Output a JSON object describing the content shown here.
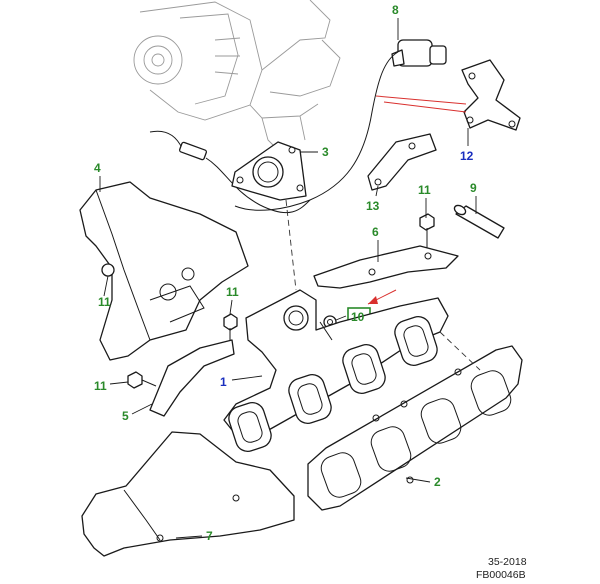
{
  "callouts": [
    {
      "id": "c8",
      "text": "8",
      "color": "#2a8a2a"
    },
    {
      "id": "c3",
      "text": "3",
      "color": "#2a8a2a"
    },
    {
      "id": "c12",
      "text": "12",
      "color": "#1a2fbf"
    },
    {
      "id": "c4",
      "text": "4",
      "color": "#2a8a2a"
    },
    {
      "id": "c13",
      "text": "13",
      "color": "#2a8a2a"
    },
    {
      "id": "c11a",
      "text": "11",
      "color": "#2a8a2a"
    },
    {
      "id": "c9",
      "text": "9",
      "color": "#2a8a2a"
    },
    {
      "id": "c6",
      "text": "6",
      "color": "#2a8a2a"
    },
    {
      "id": "c11b",
      "text": "11",
      "color": "#2a8a2a"
    },
    {
      "id": "c11c",
      "text": "11",
      "color": "#2a8a2a"
    },
    {
      "id": "c10",
      "text": "10",
      "color": "#2a8a2a"
    },
    {
      "id": "c1",
      "text": "1",
      "color": "#1a2fbf"
    },
    {
      "id": "c11d",
      "text": "11",
      "color": "#2a8a2a"
    },
    {
      "id": "c5",
      "text": "5",
      "color": "#2a8a2a"
    },
    {
      "id": "c2",
      "text": "2",
      "color": "#2a8a2a"
    },
    {
      "id": "c7",
      "text": "7",
      "color": "#2a8a2a"
    }
  ],
  "footer": {
    "line1": "35-2018",
    "line2": "FB00046B"
  },
  "accent": "#d9302e"
}
